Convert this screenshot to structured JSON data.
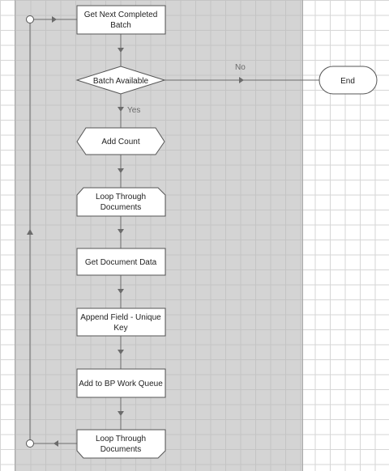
{
  "nodes": {
    "get_next_batch": {
      "lines": [
        "Get Next Completed",
        "Batch"
      ]
    },
    "batch_available": {
      "lines": [
        "Batch Available"
      ]
    },
    "end": {
      "lines": [
        "End"
      ]
    },
    "add_count": {
      "lines": [
        "Add Count"
      ]
    },
    "loop_start": {
      "lines": [
        "Loop Through",
        "Documents"
      ]
    },
    "get_doc_data": {
      "lines": [
        "Get Document Data"
      ]
    },
    "append_field": {
      "lines": [
        "Append Field - Unique",
        "Key"
      ]
    },
    "add_to_queue": {
      "lines": [
        "Add to BP Work Queue"
      ]
    },
    "loop_end": {
      "lines": [
        "Loop Through",
        "Documents"
      ]
    }
  },
  "edges": {
    "no_label": "No",
    "yes_label": "Yes"
  },
  "colors": {
    "node_fill": "#ffffff",
    "node_stroke": "#555555",
    "line": "#6b6b6b",
    "lane": "#d4d4d4"
  }
}
